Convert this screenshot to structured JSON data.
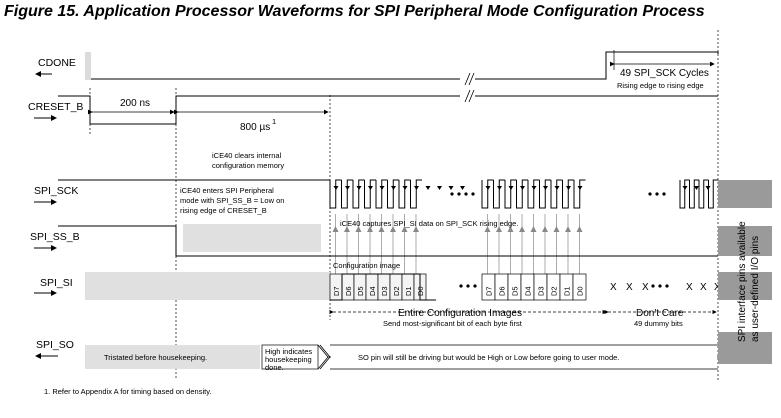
{
  "title": "Figure 15. Application Processor Waveforms for SPI Peripheral Mode Configuration Process",
  "signals": {
    "cdone": "CDONE",
    "creset_b": "CRESET_B",
    "spi_sck": "SPI_SCK",
    "spi_ss_b": "SPI_SS_B",
    "spi_si": "SPI_SI",
    "spi_so": "SPI_SO"
  },
  "annotations": {
    "t200": "200 ns",
    "t800": "800 µs",
    "t800_sup": "1",
    "sck_cycles": "49 SPI_SCK Cycles",
    "sck_cycles_sub": "Rising edge to rising edge",
    "clears_1": "iCE40 clears internal",
    "clears_2": "configuration memory",
    "enters_1": "iCE40 enters SPI Peripheral",
    "enters_2": "mode with SPI_SS_B = Low on",
    "enters_3": "rising edge of CRESET_B",
    "captures": "iCE40 captures SPI_SI data on SPI_SCK rising edge.",
    "config_image": "Configuration image",
    "entire_1": "Entire Configuration Images",
    "entire_2": "Send most-significant bit of each byte first",
    "dont_care_1": "Don't Care",
    "dont_care_2": "49 dummy bits",
    "tristated": "Tristated before housekeeping.",
    "high_1": "High indicates",
    "high_2": "housekeeping",
    "high_3": "done.",
    "so_note": "SO pin will still be driving but would be High or Low before going to user mode.",
    "side_1": "SPI interface pins available",
    "side_2": "as user-defined I/O pins",
    "footnote": "1. Refer to Appendix A for timing based on density."
  },
  "bits": [
    "D7",
    "D6",
    "D5",
    "D4",
    "D3",
    "D2",
    "D1",
    "D0"
  ],
  "dont_care_bits": [
    "X",
    "X",
    "X",
    "X",
    "X",
    "X"
  ]
}
